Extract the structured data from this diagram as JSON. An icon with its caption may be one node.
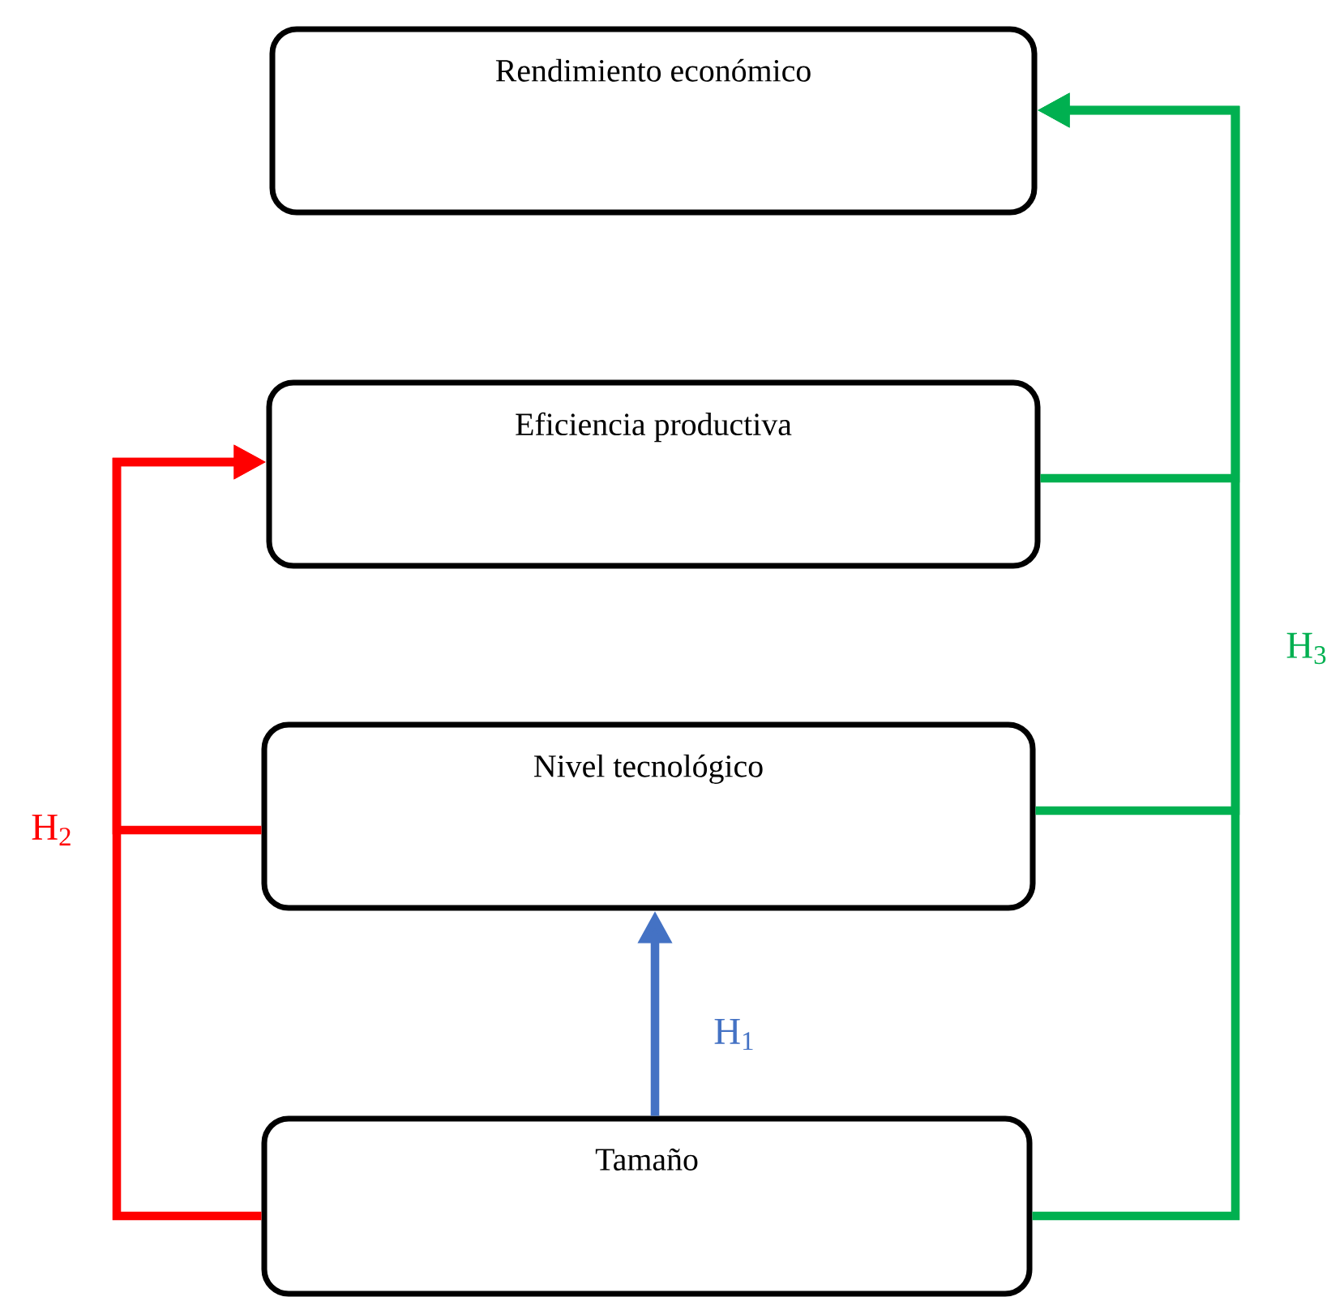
{
  "diagram": {
    "nodes": [
      {
        "text": [
          "Rendimiento económico"
        ]
      },
      {
        "text": [
          "Eficiencia productiva"
        ]
      },
      {
        "text": [
          "Nivel tecnológico"
        ]
      },
      {
        "text": [
          "Tamaño"
        ]
      }
    ],
    "edges": [
      {
        "from": 3,
        "to": 2,
        "arrow": "to",
        "label": "H$_{1}$",
        "color": "#4472c4"
      },
      {
        "from": 2,
        "to": 1,
        "arrow": "to",
        "color": "#ff0000"
      },
      {
        "from": 3,
        "to": 1,
        "arrow": "to",
        "label": "H$_{2}$",
        "color": "#ff0000"
      },
      {
        "from": 1,
        "to": 0,
        "arrow": "to",
        "color": "#00b050"
      },
      {
        "from": 2,
        "to": 0,
        "arrow": "to",
        "color": "#00b050"
      },
      {
        "from": 3,
        "to": 0,
        "arrow": "to",
        "label": "H$_{3}$",
        "color": "#00b050"
      }
    ]
  }
}
